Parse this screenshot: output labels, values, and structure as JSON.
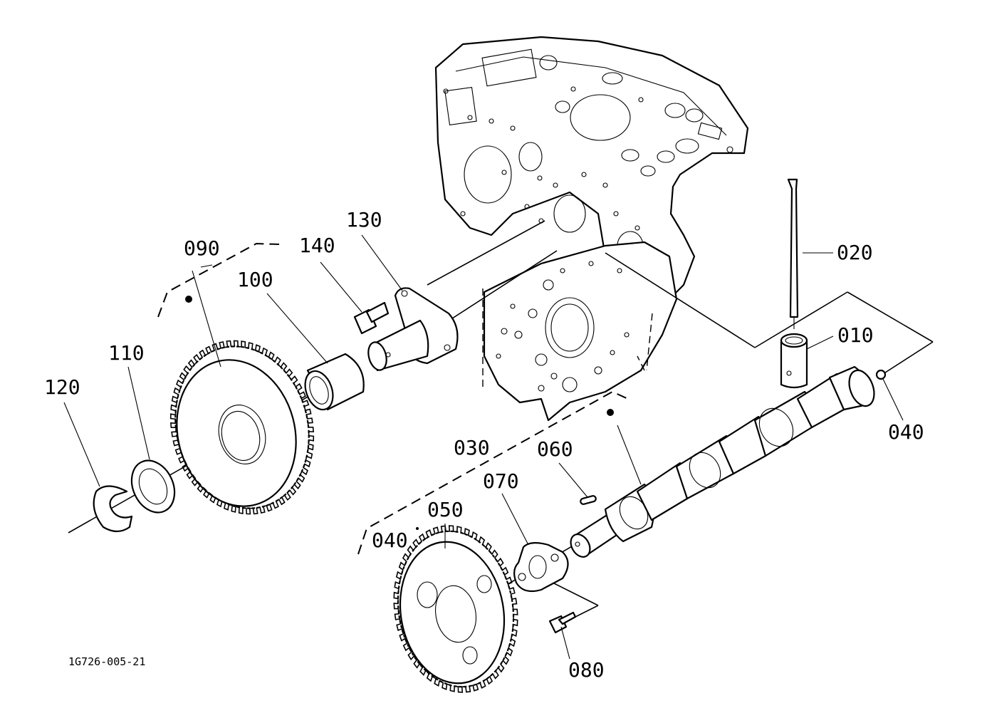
{
  "diagram": {
    "drawing_code": "1G726-005-21",
    "callouts": [
      {
        "id": "c010",
        "label": "010"
      },
      {
        "id": "c020",
        "label": "020"
      },
      {
        "id": "c030",
        "label": "030"
      },
      {
        "id": "c040a",
        "label": "040"
      },
      {
        "id": "c040b",
        "label": "040"
      },
      {
        "id": "c050",
        "label": "050"
      },
      {
        "id": "c060",
        "label": "060"
      },
      {
        "id": "c070",
        "label": "070"
      },
      {
        "id": "c080",
        "label": "080"
      },
      {
        "id": "c090",
        "label": "090"
      },
      {
        "id": "c100",
        "label": "100"
      },
      {
        "id": "c110",
        "label": "110"
      },
      {
        "id": "c120",
        "label": "120"
      },
      {
        "id": "c130",
        "label": "130"
      },
      {
        "id": "c140",
        "label": "140"
      }
    ]
  }
}
